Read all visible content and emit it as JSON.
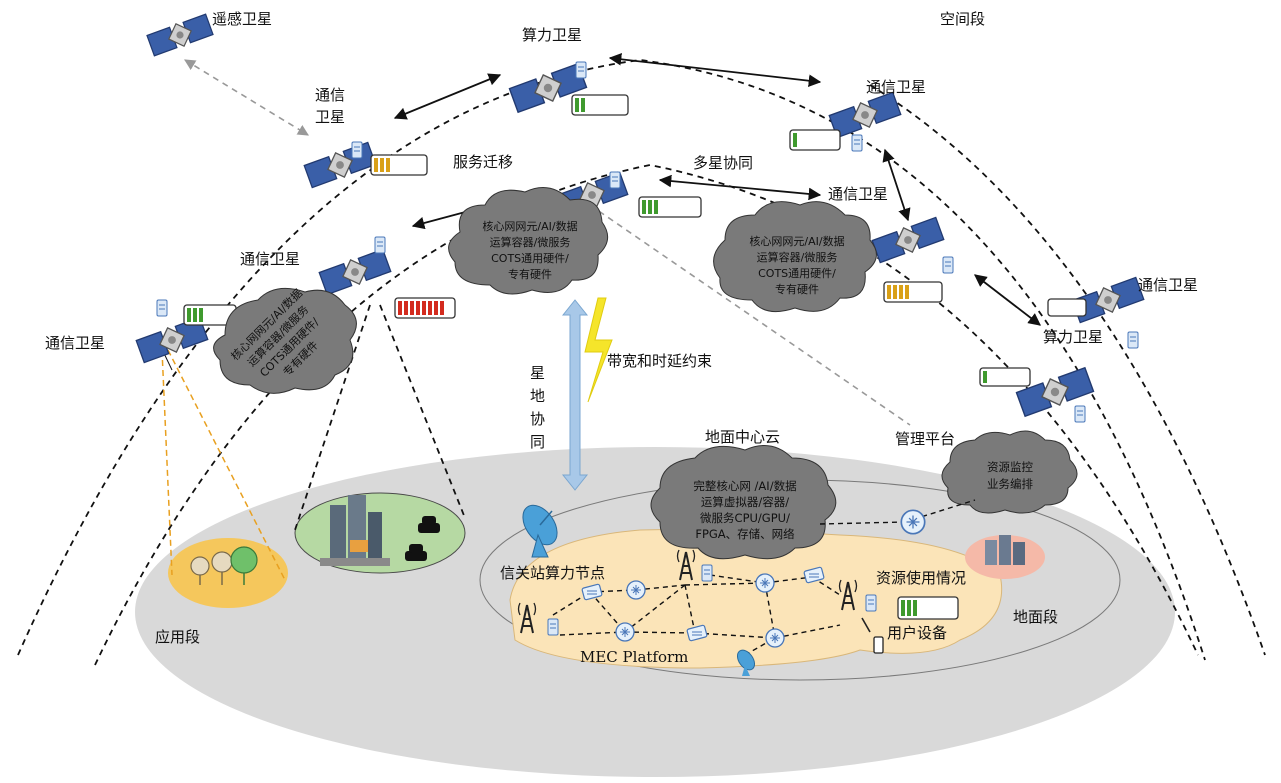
{
  "segments": {
    "space": "空间段",
    "ground": "地面段",
    "application": "应用段"
  },
  "satellites": {
    "remote_sensing": "遥感卫星",
    "compute_top": "算力卫星",
    "compute_right": "算力卫星",
    "comm_tl_line1": "通信",
    "comm_tl_line2": "卫星",
    "comm_tr": "通信卫星",
    "comm_mid_right": "通信卫星",
    "comm_mid_left": "通信卫星",
    "comm_far_left": "通信卫星",
    "comm_far_right": "通信卫星"
  },
  "arrows": {
    "service_migration": "服务迁移",
    "multi_sat": "多星协同",
    "bandwidth": "带宽和时延约束",
    "sat_ground_1": "星",
    "sat_ground_2": "地",
    "sat_ground_3": "协",
    "sat_ground_4": "同"
  },
  "clouds": {
    "center": [
      "核心网网元/AI/数据",
      "运算容器/微服务",
      "COTS通用硬件/",
      "专有硬件"
    ],
    "right": [
      "核心网网元/AI/数据",
      "运算容器/微服务",
      "COTS通用硬件/",
      "专有硬件"
    ],
    "left": [
      "核心网网元/AI/数据",
      "运算容器/微服务",
      "COTS通用硬件/",
      "专有硬件"
    ],
    "ground": [
      "完整核心网 /AI/数据",
      "运算虚拟器/容器/",
      "微服务CPU/GPU/",
      "FPGA、存储、网络"
    ],
    "mgmt": [
      "资源监控",
      "业务编排"
    ]
  },
  "ground": {
    "center_cloud": "地面中心云",
    "mgmt_platform": "管理平台",
    "gateway": "信关站算力节点",
    "resource_usage": "资源使用情况",
    "user_device": "用户设备",
    "mec": "MEC Platform"
  },
  "resource_bars": [
    {
      "filled": 3,
      "color": "#d9a017"
    },
    {
      "filled": 2,
      "color": "#3f9a2e"
    },
    {
      "filled": 1,
      "color": "#3f9a2e"
    },
    {
      "filled": 3,
      "color": "#3f9a2e"
    },
    {
      "filled": 8,
      "color": "#d32b1e"
    },
    {
      "filled": 3,
      "color": "#3f9a2e"
    },
    {
      "filled": 4,
      "color": "#d9a017"
    },
    {
      "filled": 0,
      "color": "#3f9a2e"
    },
    {
      "filled": 3,
      "color": "#3f9a2e"
    },
    {
      "filled": 1,
      "color": "#3f9a2e"
    }
  ],
  "colors": {
    "ground_disc": "#d9d9d9",
    "mec_area": "#fbe4b8",
    "cloud": "#7a7a7a",
    "app_green": "#b6d9a3",
    "app_yellow": "#f5c75c",
    "factory_pink": "#f5b9a8",
    "arrow_blue": "#a8c8e8",
    "lightning": "#f5e52a"
  }
}
